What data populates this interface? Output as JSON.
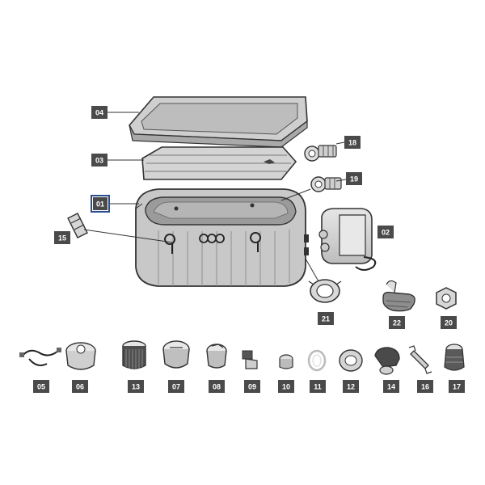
{
  "diagram": {
    "labels": {
      "p01": "01",
      "p02": "02",
      "p03": "03",
      "p04": "04",
      "p05": "05",
      "p06": "06",
      "p07": "07",
      "p08": "08",
      "p09": "09",
      "p10": "10",
      "p11": "11",
      "p12": "12",
      "p13": "13",
      "p14": "14",
      "p15": "15",
      "p16": "16",
      "p17": "17",
      "p18": "18",
      "p19": "19",
      "p20": "20",
      "p21": "21",
      "p22": "22"
    },
    "colors": {
      "label_bg": "#4a4a4a",
      "label_text": "#ffffff",
      "outline": "#333333",
      "part_fill": "#cfcfcf",
      "highlight_box": "#2a4d8f"
    }
  }
}
